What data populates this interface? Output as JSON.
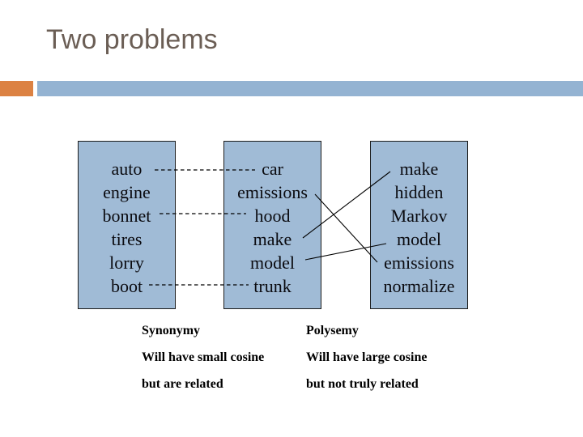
{
  "slide": {
    "title": "Two problems"
  },
  "accent": {
    "orange_color": "#dc8243",
    "blue_color": "#94b3d2"
  },
  "diagram": {
    "box_fill_color": "#a0bbd6",
    "box_border_color": "#1c1c1c",
    "boxes": [
      {
        "words": [
          "auto",
          "engine",
          "bonnet",
          "tires",
          "lorry",
          "boot"
        ]
      },
      {
        "words": [
          "car",
          "emissions",
          "hood",
          "make",
          "model",
          "trunk"
        ]
      },
      {
        "words": [
          "make",
          "hidden",
          "Markov",
          "model",
          "emissions",
          "normalize"
        ]
      }
    ],
    "connections": {
      "synonym_dashed_pairs": [
        [
          "auto",
          "car"
        ],
        [
          "bonnet",
          "hood"
        ],
        [
          "boot",
          "trunk"
        ]
      ],
      "polysemy_solid_pairs": [
        [
          "emissions",
          "emissions"
        ],
        [
          "make",
          "make"
        ],
        [
          "model",
          "model"
        ]
      ]
    }
  },
  "table": {
    "col1": {
      "header": "Synonymy",
      "line1": "Will have small cosine",
      "line2": "but are related"
    },
    "col2": {
      "header": "Polysemy",
      "line1": "Will have large cosine",
      "line2": "but not truly related"
    }
  },
  "title_color": "#6b5e55"
}
